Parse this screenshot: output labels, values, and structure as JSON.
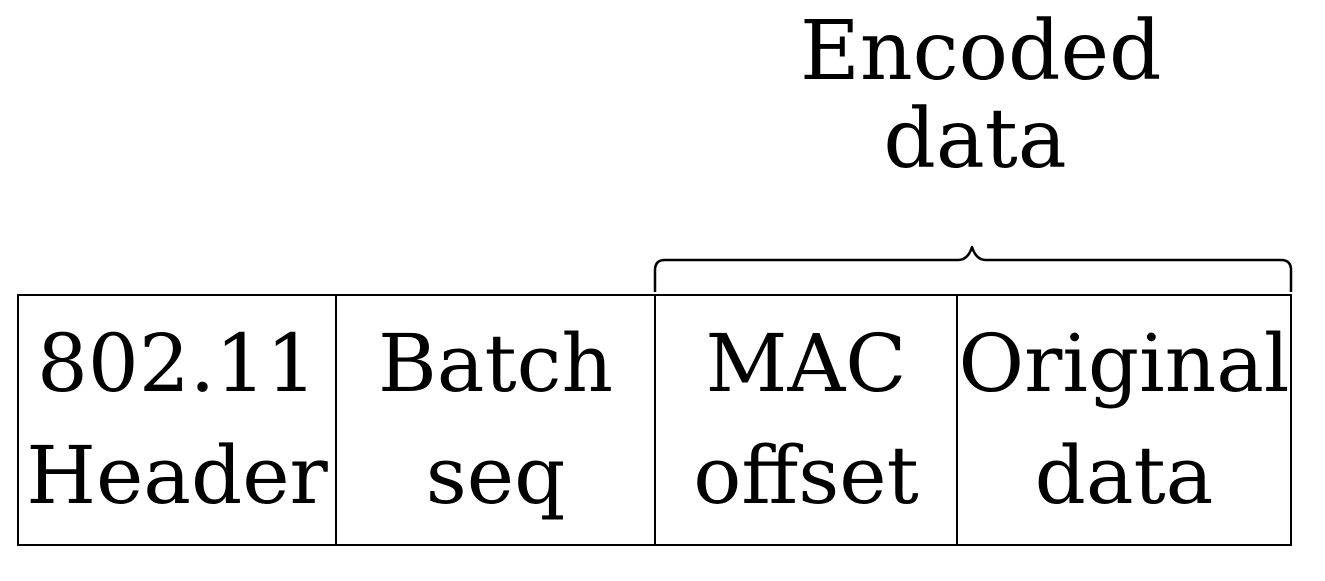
{
  "diagram": {
    "brace_label": [
      "Encoded",
      "data"
    ],
    "fields": [
      {
        "lines": [
          "802.11",
          "Header"
        ]
      },
      {
        "lines": [
          "Batch",
          "seq"
        ]
      },
      {
        "lines": [
          "MAC",
          "offset"
        ]
      },
      {
        "lines": [
          "Original",
          "data"
        ]
      }
    ]
  }
}
